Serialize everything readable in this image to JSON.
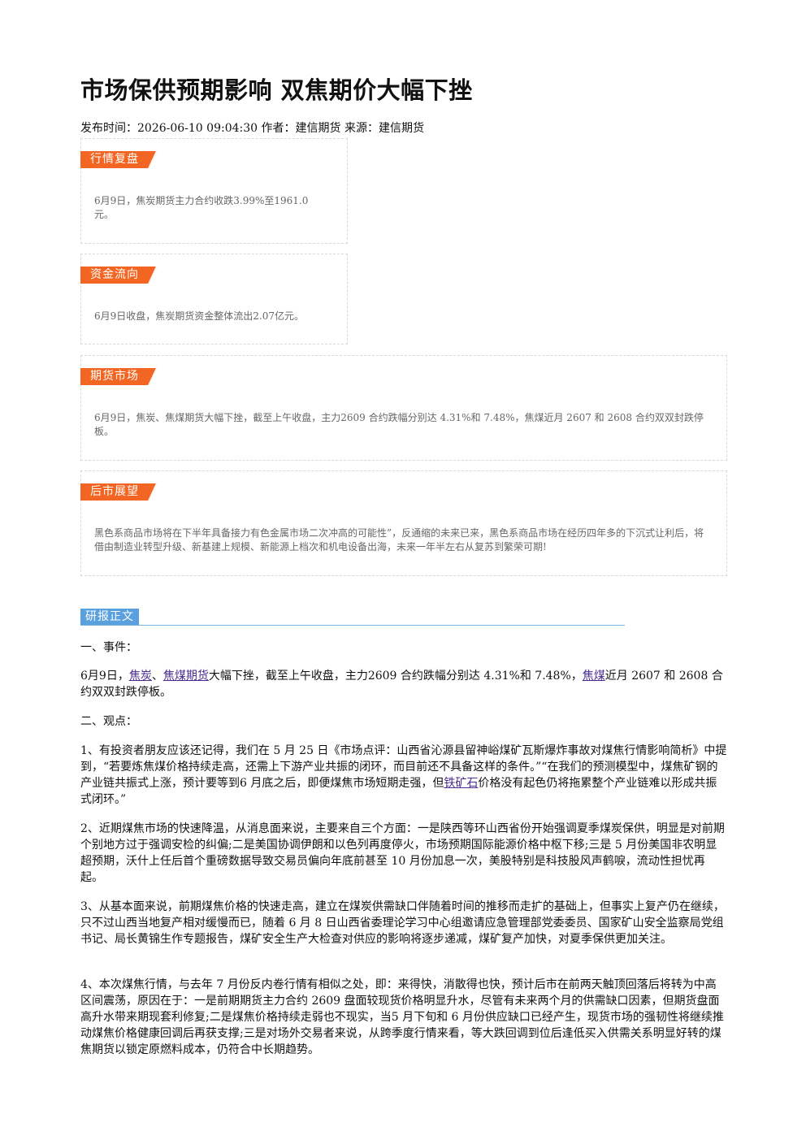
{
  "article": {
    "title": "市场保供预期影响 双焦期价大幅下挫",
    "meta": "发布时间：2026-06-10 09:04:30 作者：建信期货 来源：建信期货"
  },
  "cards": {
    "review": {
      "tag": "行情复盘",
      "text": "6月9日，焦炭期货主力合约收跌3.99%至1961.0元。"
    },
    "flow": {
      "tag": "资金流向",
      "text": "6月9日收盘，焦炭期货资金整体流出2.07亿元。"
    },
    "futures": {
      "tag": "期货市场",
      "text": "6月9日，焦炭、焦煤期货大幅下挫，截至上午收盘，主力2609 合约跌幅分别达 4.31%和 7.48%，焦煤近月 2607 和 2608 合约双双封跌停板。"
    },
    "outlook": {
      "tag": "后市展望",
      "text": "黑色系商品市场将在下半年具备接力有色金属市场二次冲高的可能性”，反通缩的未来已来，黑色系商品市场在经历四年多的下沉式让利后，将借由制造业转型升级、新基建上规模、新能源上档次和机电设备出海，未来一年半左右从复苏到繁荣可期!"
    }
  },
  "report": {
    "section_tag": "研报正文",
    "h1": "一、事件：",
    "event": {
      "pre": "6月9日，",
      "link1": "焦炭",
      "sep": "、",
      "link2": "焦煤期货",
      "mid": "大幅下挫，截至上午收盘，主力2609 合约跌幅分别达 4.31%和 7.48%，",
      "link3": "焦煤",
      "post": "近月 2607 和 2608 合约双双封跌停板。"
    },
    "h2": "二、观点：",
    "p1": {
      "pre": "1、有投资者朋友应该还记得，我们在 5 月 25 日《市场点评：山西省沁源县留神峪煤矿瓦斯爆炸事故对煤焦行情影响简析》中提到，“若要炼焦煤价格持续走高，还需上下游产业共振的闭环，而目前还不具备这样的条件。”“在我们的预测模型中，煤焦矿钢的产业链共振式上涨，预计要等到6 月底之后，即便煤焦市场短期走强，但",
      "link": "铁矿石",
      "post": "价格没有起色仍将拖累整个产业链难以形成共振式闭环。”"
    },
    "p2": "2、近期煤焦市场的快速降温，从消息面来说，主要来自三个方面：一是陕西等环山西省份开始强调夏季煤炭保供，明显是对前期个别地方过于强调安检的纠偏;二是美国协调伊朗和以色列再度停火，市场预期国际能源价格中枢下移;三是 5 月份美国非农明显超预期，沃什上任后首个重磅数据导致交易员偏向年底前甚至 10 月份加息一次，美股特别是科技股风声鹤唳，流动性担忧再起。",
    "p3": "3、从基本面来说，前期煤焦价格的快速走高，建立在煤炭供需缺口伴随着时间的推移而走扩的基础上，但事实上复产仍在继续，只不过山西当地复产相对缓慢而已，随着 6 月 8 日山西省委理论学习中心组邀请应急管理部党委委员、国家矿山安全监察局党组书记、局长黄锦生作专题报告，煤矿安全生产大检查对供应的影响将逐步递减，煤矿复产加快，对夏季保供更加关注。",
    "p4": "4、本次煤焦行情，与去年 7 月份反内卷行情有相似之处，即：来得快，消散得也快，预计后市在前两天触顶回落后将转为中高区间震荡，原因在于：一是前期期货主力合约 2609 盘面较现货价格明显升水，尽管有未来两个月的供需缺口因素，但期货盘面高升水带来期现套利修复;二是煤焦价格持续走弱也不现实，当5 月下旬和 6 月份供应缺口已经产生，现货市场的强韧性将继续推动煤焦价格健康回调后再获支撑;三是对场外交易者来说，从跨季度行情来看，等大跌回调到位后逢低买入供需关系明显好转的煤焦期货以锁定原燃料成本，仍符合中长期趋势。"
  },
  "colors": {
    "tag_orange": "#f26522",
    "section_blue": "#5aa0de",
    "link_purple": "#4a2b8f"
  }
}
